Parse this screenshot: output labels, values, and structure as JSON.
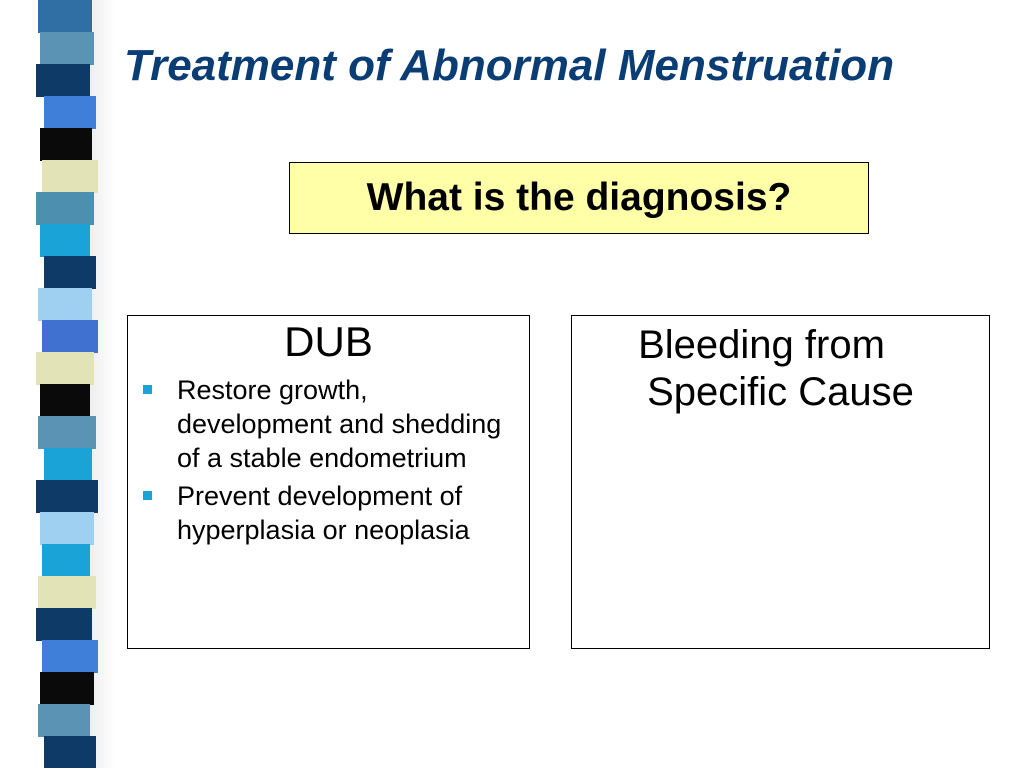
{
  "slide": {
    "title": "Treatment of Abnormal Menstruation",
    "question": "What is the diagnosis?",
    "left_panel": {
      "heading": "DUB",
      "bullets": [
        {
          "text": "Restore growth, development and shedding of a stable endometrium"
        },
        {
          "text": "Prevent development of hyperplasia or neoplasia"
        }
      ]
    },
    "right_panel": {
      "heading_lines": [
        "Bleeding from",
        "Specific Cause"
      ]
    }
  },
  "colors": {
    "title": "#0b3d75",
    "question_background": "#ffffa8",
    "bullet": "#1aa3d6",
    "band": [
      "#2f6fa3",
      "#5b93b4",
      "#0d3a66",
      "#3f7fd9",
      "#0a0a0a",
      "#e3e3b8",
      "#4c8fae",
      "#1aa3d6",
      "#0d3a66",
      "#9fd0f2",
      "#4070d0",
      "#e3e3b8",
      "#0a0a0a",
      "#5b93b4",
      "#1aa3d6",
      "#0d3a66",
      "#9fd0f2",
      "#1aa3d6",
      "#e3e3b8",
      "#0d3a66",
      "#3f7fd9",
      "#0a0a0a",
      "#5b93b4",
      "#0d3a66"
    ]
  }
}
